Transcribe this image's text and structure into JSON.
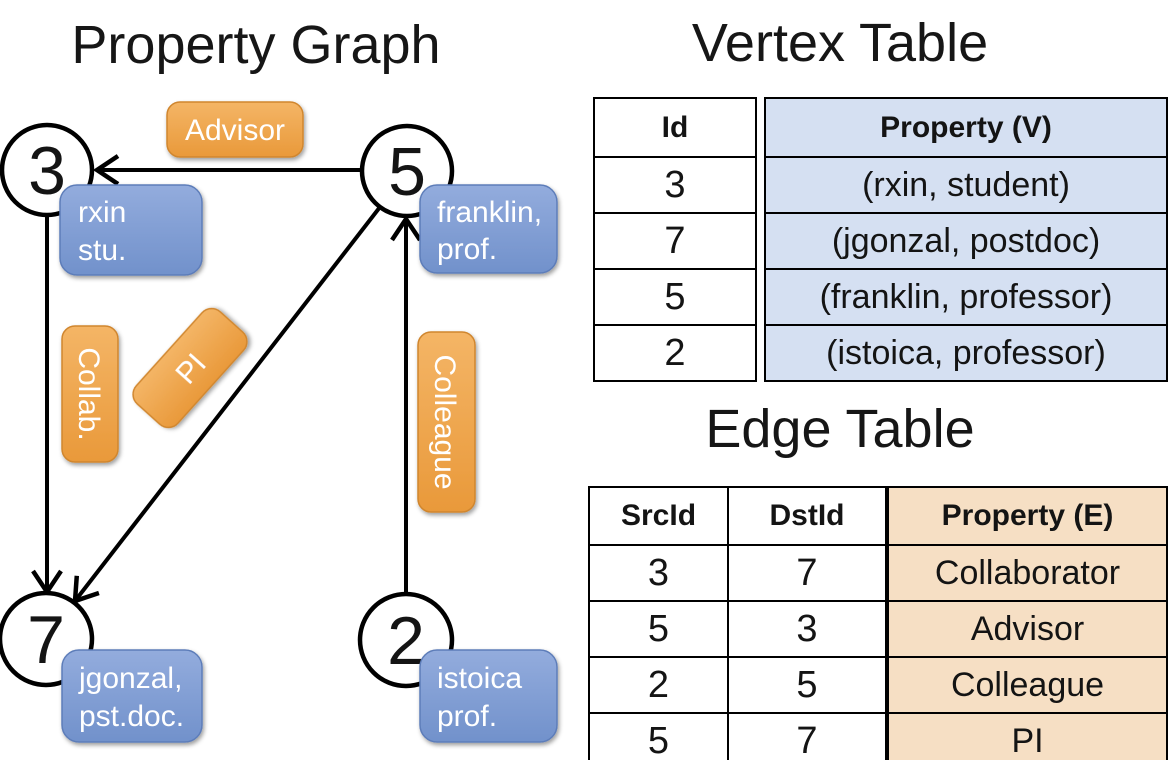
{
  "colors": {
    "line": "#000000",
    "node_fill": "#ffffff",
    "orange_top": "#f4b566",
    "orange_bottom": "#e9993a",
    "orange_border": "#d0862f",
    "blue_top": "#93acdd",
    "blue_bottom": "#7191cb",
    "blue_border": "#5d7db9",
    "vertex_cell_fill": "#d5e0f2",
    "edge_cell_fill": "#f6dfc4",
    "label_text": "#ffffff"
  },
  "graph": {
    "title": "Property Graph",
    "nodes": [
      {
        "id": "3",
        "property_lines": [
          "rxin",
          "stu."
        ]
      },
      {
        "id": "5",
        "property_lines": [
          "franklin,",
          "prof."
        ]
      },
      {
        "id": "7",
        "property_lines": [
          "jgonzal,",
          "pst.doc."
        ]
      },
      {
        "id": "2",
        "property_lines": [
          "istoica",
          "prof."
        ]
      }
    ],
    "edges": [
      {
        "src": "5",
        "dst": "3",
        "label": "Advisor"
      },
      {
        "src": "3",
        "dst": "7",
        "label": "Collab."
      },
      {
        "src": "5",
        "dst": "7",
        "label": "PI"
      },
      {
        "src": "2",
        "dst": "5",
        "label": "Colleague"
      }
    ]
  },
  "vertex_table": {
    "title": "Vertex Table",
    "headers": {
      "id": "Id",
      "property": "Property (V)"
    },
    "rows": [
      {
        "id": "3",
        "property": "(rxin, student)"
      },
      {
        "id": "7",
        "property": "(jgonzal, postdoc)"
      },
      {
        "id": "5",
        "property": "(franklin, professor)"
      },
      {
        "id": "2",
        "property": "(istoica, professor)"
      }
    ]
  },
  "edge_table": {
    "title": "Edge Table",
    "headers": {
      "src": "SrcId",
      "dst": "DstId",
      "property": "Property (E)"
    },
    "rows": [
      {
        "src": "3",
        "dst": "7",
        "property": "Collaborator"
      },
      {
        "src": "5",
        "dst": "3",
        "property": "Advisor"
      },
      {
        "src": "2",
        "dst": "5",
        "property": "Colleague"
      },
      {
        "src": "5",
        "dst": "7",
        "property": "PI"
      }
    ]
  }
}
